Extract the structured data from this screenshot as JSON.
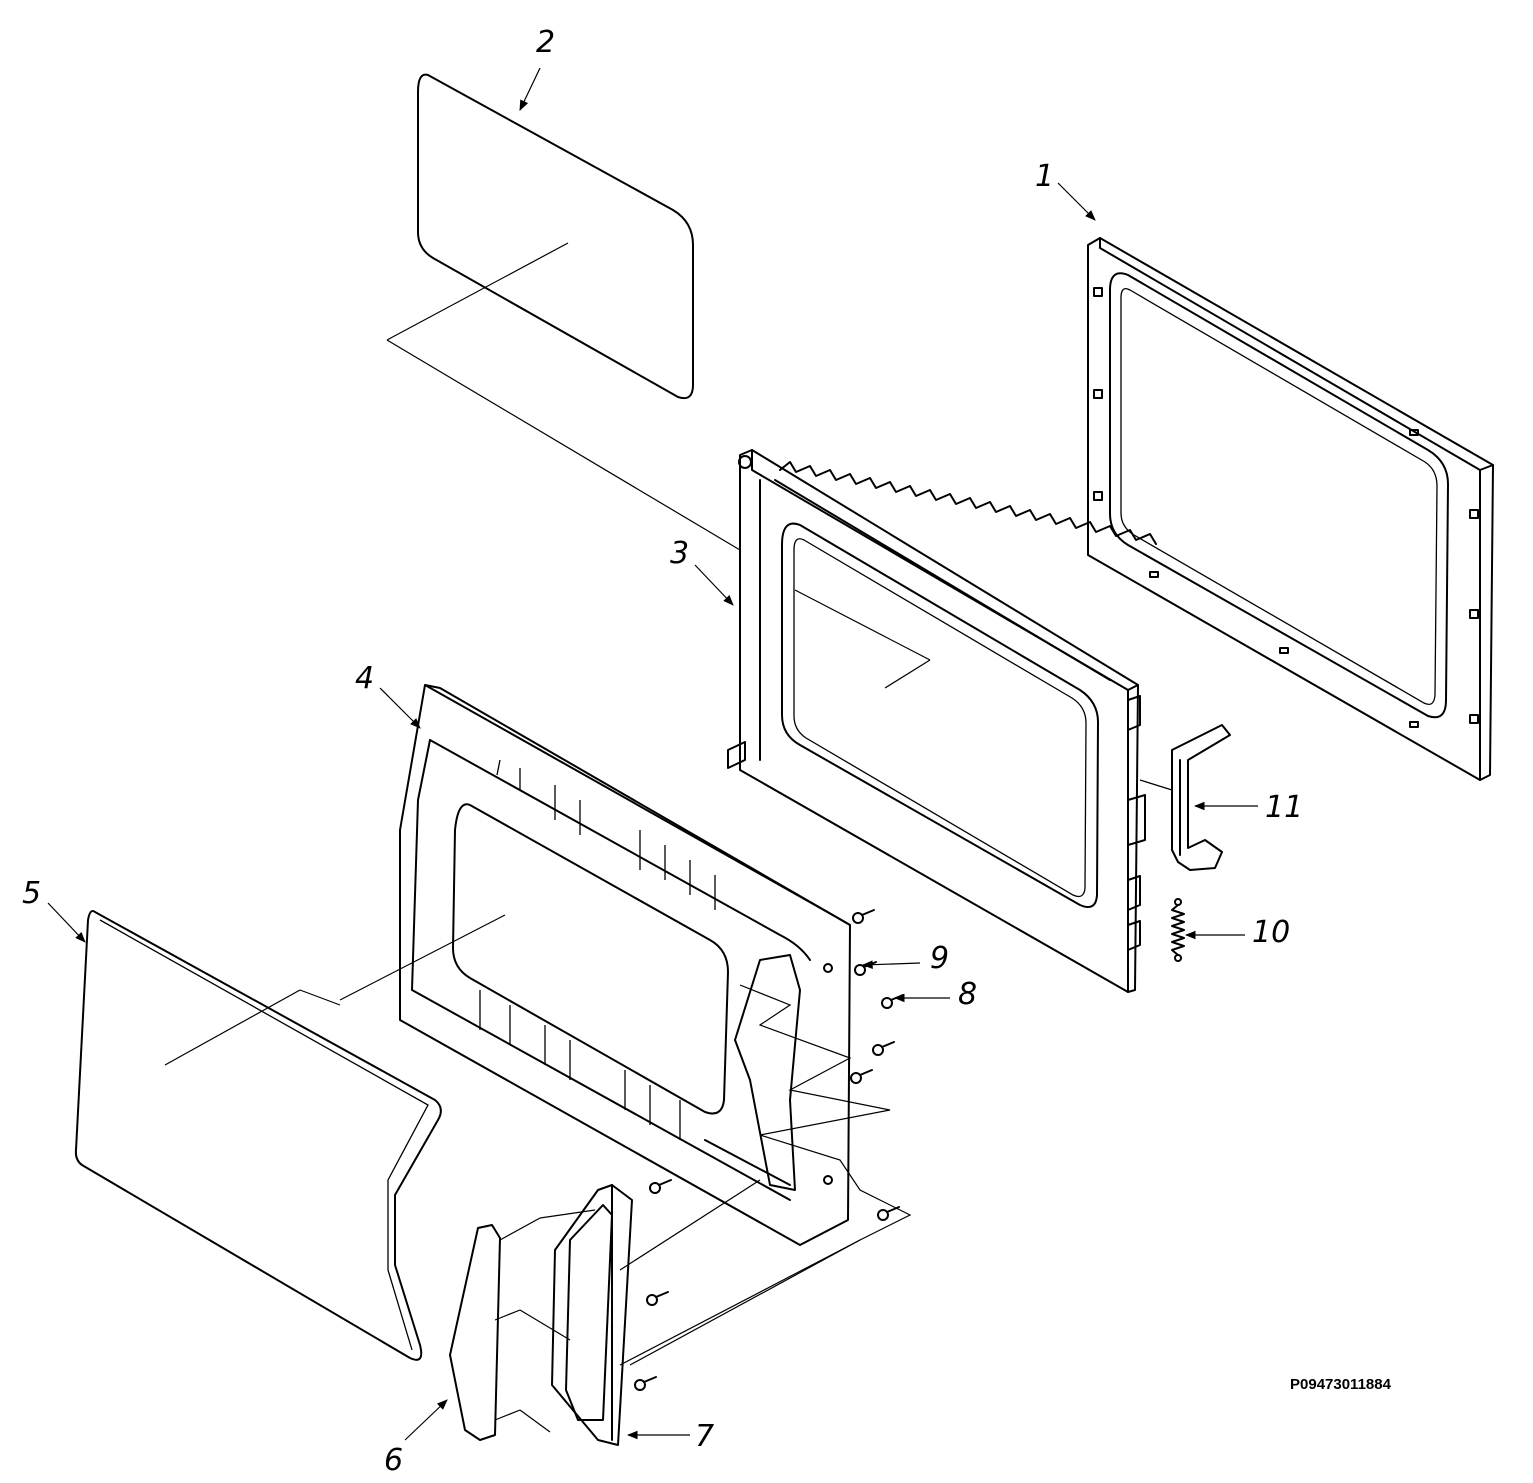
{
  "diagram": {
    "doc_code": "P09473011884",
    "callouts": [
      {
        "id": "1",
        "label": "1"
      },
      {
        "id": "2",
        "label": "2"
      },
      {
        "id": "3",
        "label": "3"
      },
      {
        "id": "4",
        "label": "4"
      },
      {
        "id": "5",
        "label": "5"
      },
      {
        "id": "6",
        "label": "6"
      },
      {
        "id": "7",
        "label": "7"
      },
      {
        "id": "8",
        "label": "8"
      },
      {
        "id": "9",
        "label": "9"
      },
      {
        "id": "10",
        "label": "10"
      },
      {
        "id": "11",
        "label": "11"
      }
    ]
  }
}
